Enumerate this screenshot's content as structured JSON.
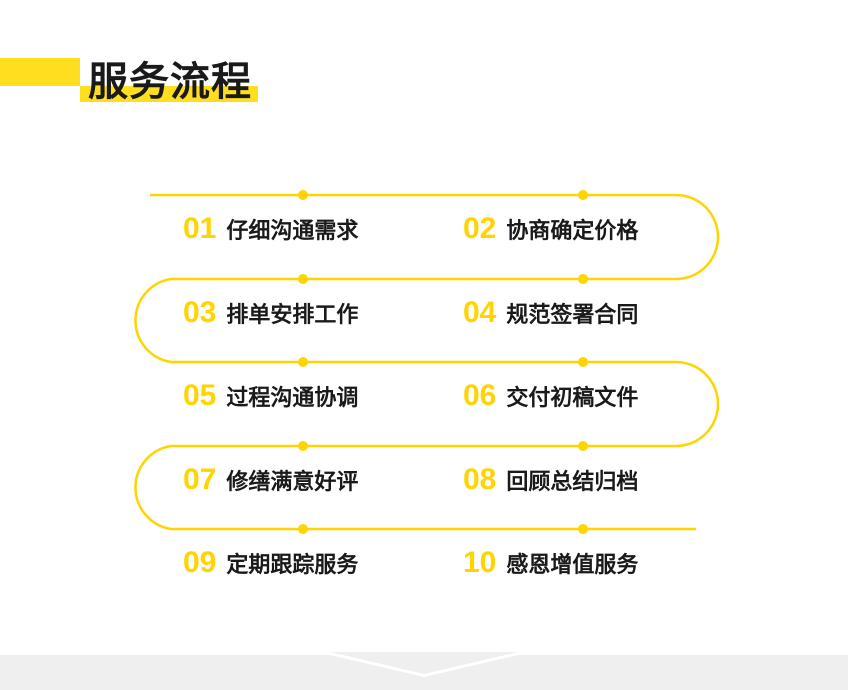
{
  "header": {
    "title": "服务流程"
  },
  "steps": [
    {
      "num": "01",
      "label": "仔细沟通需求"
    },
    {
      "num": "02",
      "label": "协商确定价格"
    },
    {
      "num": "03",
      "label": "排单安排工作"
    },
    {
      "num": "04",
      "label": "规范签署合同"
    },
    {
      "num": "05",
      "label": "过程沟通协调"
    },
    {
      "num": "06",
      "label": "交付初稿文件"
    },
    {
      "num": "07",
      "label": "修缮满意好评"
    },
    {
      "num": "08",
      "label": "回顾总结归档"
    },
    {
      "num": "09",
      "label": "定期跟踪服务"
    },
    {
      "num": "10",
      "label": "感恩增值服务"
    }
  ],
  "colors": {
    "accent": "#ffd400",
    "text": "#1a1a1a",
    "footer": "#efefef"
  }
}
